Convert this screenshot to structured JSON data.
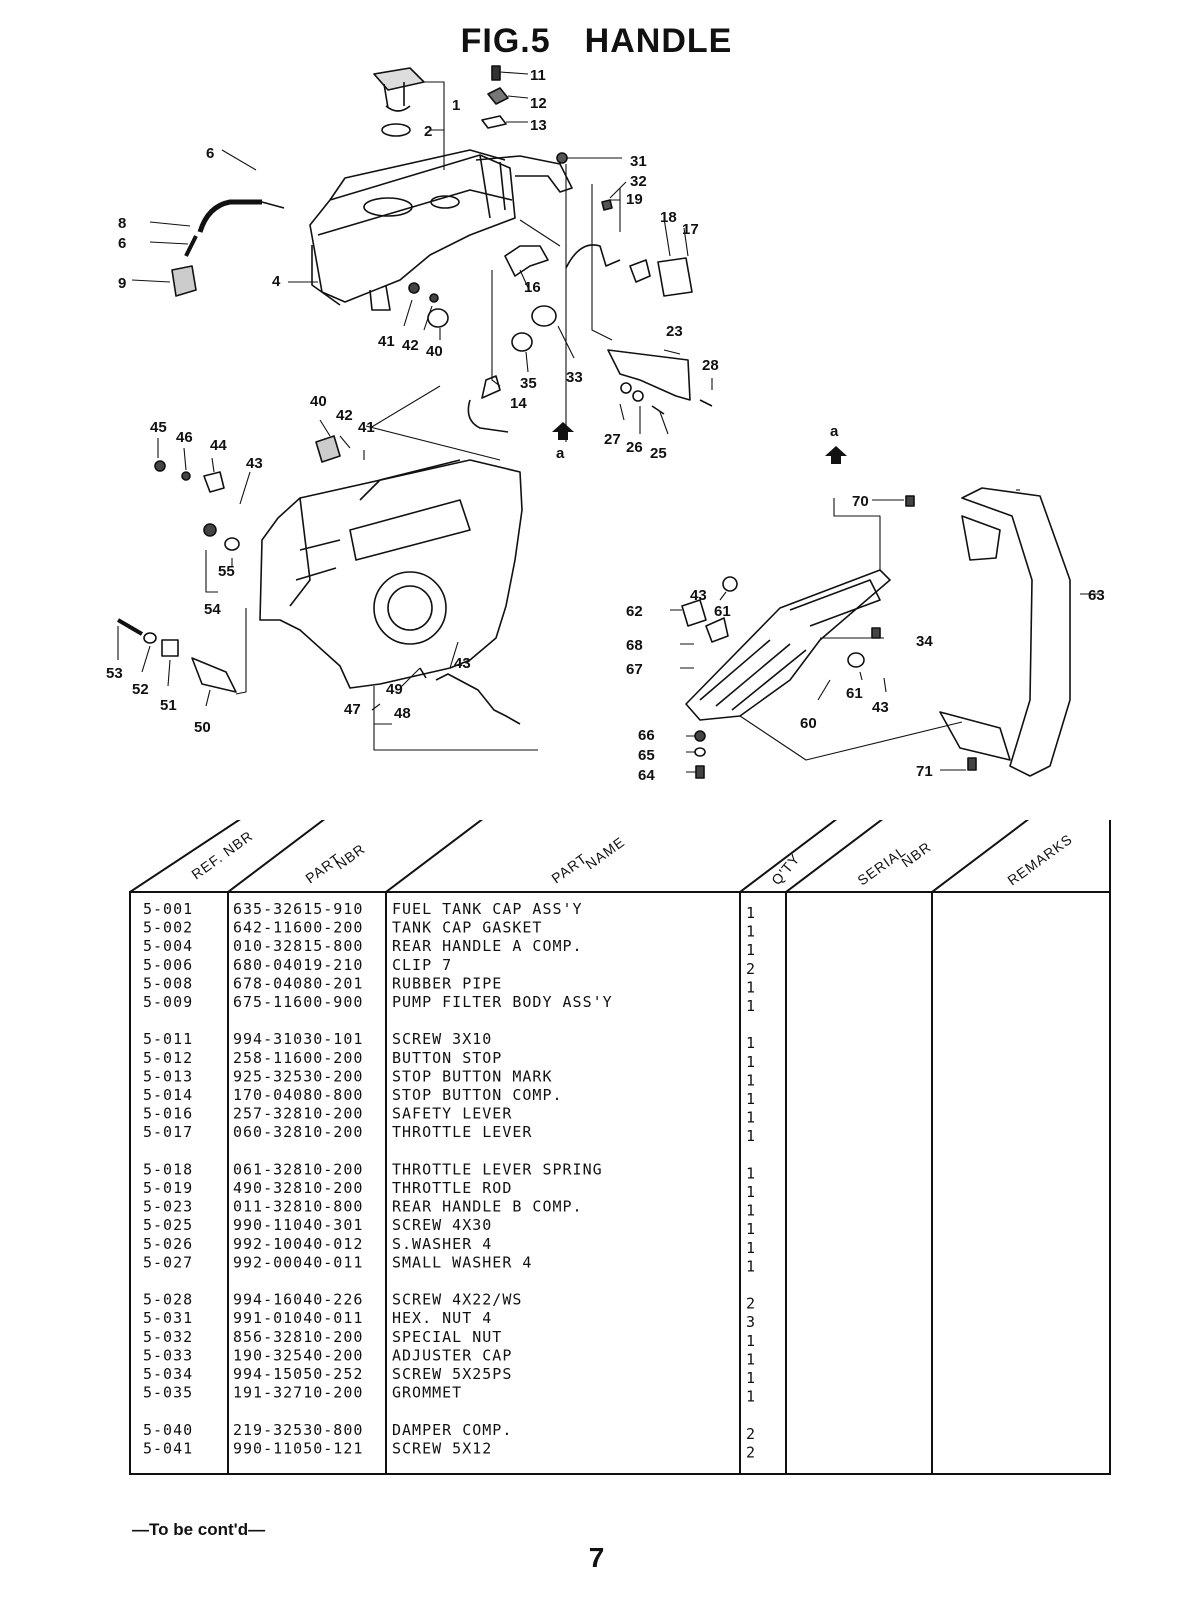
{
  "figure": {
    "label": "FIG.5",
    "title": "HANDLE"
  },
  "callouts": {
    "c1": "1",
    "c2": "2",
    "c4": "4",
    "c6a": "6",
    "c6b": "6",
    "c8": "8",
    "c9": "9",
    "c11": "11",
    "c12": "12",
    "c13": "13",
    "c14": "14",
    "c16": "16",
    "c17": "17",
    "c18": "18",
    "c19": "19",
    "c23": "23",
    "c25": "25",
    "c26": "26",
    "c27": "27",
    "c28": "28",
    "c31": "31",
    "c32": "32",
    "c33": "33",
    "c34": "34",
    "c35": "35",
    "c40a": "40",
    "c40b": "40",
    "c41a": "41",
    "c41b": "41",
    "c42a": "42",
    "c42b": "42",
    "c43a": "43",
    "c43b": "43",
    "c43c": "43",
    "c43d": "43",
    "c44": "44",
    "c45": "45",
    "c46": "46",
    "c47": "47",
    "c48": "48",
    "c49": "49",
    "c50": "50",
    "c51": "51",
    "c52": "52",
    "c53": "53",
    "c54": "54",
    "c55": "55",
    "c60": "60",
    "c61a": "61",
    "c61b": "61",
    "c62": "62",
    "c63": "63",
    "c64": "64",
    "c65": "65",
    "c66": "66",
    "c67": "67",
    "c68": "68",
    "c70": "70",
    "c71": "71",
    "a1": "a",
    "a2": "a"
  },
  "table": {
    "headers": {
      "ref": "REF. NBR",
      "part_a": "PART",
      "part_b": "NBR",
      "name_a": "PART",
      "name_b": "NAME",
      "qty": "Q'TY",
      "serial_a": "SERIAL",
      "serial_b": "NBR",
      "remarks": "REMARKS"
    },
    "rows": [
      [
        "5-001",
        "635-32615-910",
        "FUEL TANK CAP ASS'Y",
        "1"
      ],
      [
        "5-002",
        "642-11600-200",
        "TANK CAP GASKET",
        "1"
      ],
      [
        "5-004",
        "010-32815-800",
        "REAR HANDLE A COMP.",
        "1"
      ],
      [
        "5-006",
        "680-04019-210",
        "CLIP 7",
        "2"
      ],
      [
        "5-008",
        "678-04080-201",
        "RUBBER PIPE",
        "1"
      ],
      [
        "5-009",
        "675-11600-900",
        "PUMP FILTER BODY ASS'Y",
        "1"
      ],
      [
        "5-011",
        "994-31030-101",
        "SCREW 3X10",
        "1"
      ],
      [
        "5-012",
        "258-11600-200",
        "BUTTON STOP",
        "1"
      ],
      [
        "5-013",
        "925-32530-200",
        "STOP BUTTON MARK",
        "1"
      ],
      [
        "5-014",
        "170-04080-800",
        "STOP BUTTON COMP.",
        "1"
      ],
      [
        "5-016",
        "257-32810-200",
        "SAFETY LEVER",
        "1"
      ],
      [
        "5-017",
        "060-32810-200",
        "THROTTLE LEVER",
        "1"
      ],
      [
        "5-018",
        "061-32810-200",
        "THROTTLE LEVER SPRING",
        "1"
      ],
      [
        "5-019",
        "490-32810-200",
        "THROTTLE ROD",
        "1"
      ],
      [
        "5-023",
        "011-32810-800",
        "REAR HANDLE B COMP.",
        "1"
      ],
      [
        "5-025",
        "990-11040-301",
        "SCREW 4X30",
        "1"
      ],
      [
        "5-026",
        "992-10040-012",
        "S.WASHER 4",
        "1"
      ],
      [
        "5-027",
        "992-00040-011",
        "SMALL WASHER 4",
        "1"
      ],
      [
        "5-028",
        "994-16040-226",
        "SCREW 4X22/WS",
        "2"
      ],
      [
        "5-031",
        "991-01040-011",
        "HEX. NUT 4",
        "3"
      ],
      [
        "5-032",
        "856-32810-200",
        "SPECIAL NUT",
        "1"
      ],
      [
        "5-033",
        "190-32540-200",
        "ADJUSTER CAP",
        "1"
      ],
      [
        "5-034",
        "994-15050-252",
        "SCREW 5X25PS",
        "1"
      ],
      [
        "5-035",
        "191-32710-200",
        "GROMMET",
        "1"
      ],
      [
        "5-040",
        "219-32530-800",
        "DAMPER COMP.",
        "2"
      ],
      [
        "5-041",
        "990-11050-121",
        "SCREW 5X12",
        "2"
      ]
    ]
  },
  "footer": {
    "note": "—To be cont'd—",
    "page": "7"
  }
}
